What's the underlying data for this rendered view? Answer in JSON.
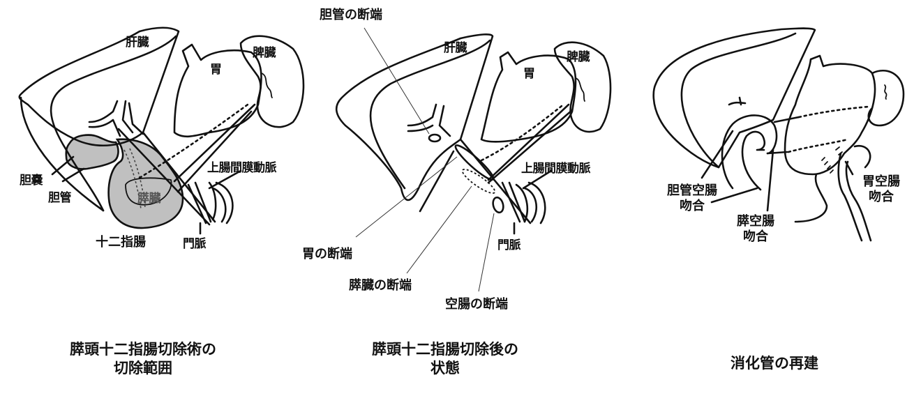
{
  "panels": [
    {
      "caption_line1": "膵頭十二指腸切除術の",
      "caption_line2": "切除範囲",
      "labels": {
        "liver": "肝臓",
        "stomach": "胃",
        "spleen": "脾臓",
        "gallbladder": "胆嚢",
        "bile_duct": "胆管",
        "pancreas": "膵臓",
        "duodenum": "十二指腸",
        "portal_vein": "門脈",
        "sma": "上腸間膜動脈"
      },
      "shaded_color": "#c0c0c0"
    },
    {
      "caption_line1": "膵頭十二指腸切除後の",
      "caption_line2": "状態",
      "labels": {
        "liver": "肝臓",
        "stomach": "胃",
        "spleen": "脾臓",
        "sma": "上腸間膜動脈",
        "portal_vein": "門脈",
        "bile_duct_stump": "胆管の断端",
        "stomach_stump": "胃の断端",
        "pancreas_stump": "膵臓の断端",
        "jejunum_stump": "空腸の断端"
      }
    },
    {
      "caption": "消化管の再建",
      "labels": {
        "hepaticojejunostomy_1": "胆管空腸",
        "hepaticojejunostomy_2": "吻合",
        "pancreaticojejunostomy_1": "膵空腸",
        "pancreaticojejunostomy_2": "吻合",
        "gastrojejunostomy_1": "胃空腸",
        "gastrojejunostomy_2": "吻合"
      }
    }
  ],
  "icons": {
    "line_color": "#111111",
    "background": "#ffffff"
  }
}
